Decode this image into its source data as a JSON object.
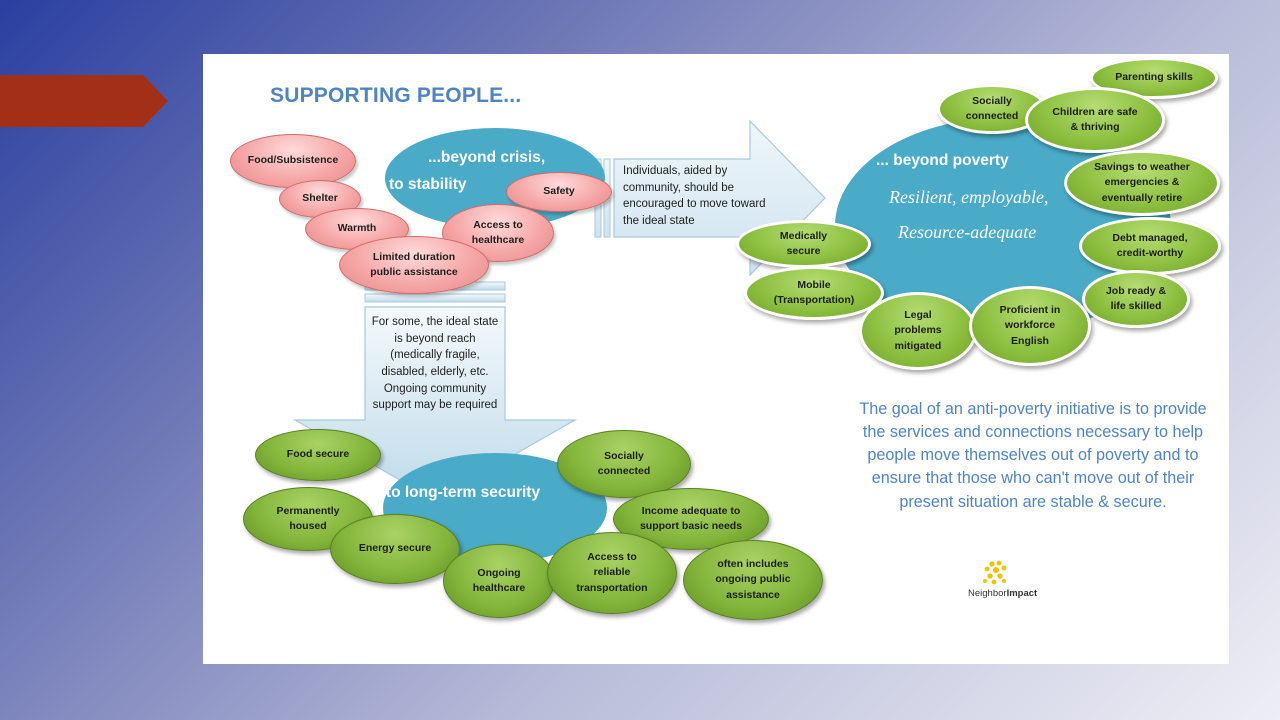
{
  "title": "SUPPORTING PEOPLE...",
  "crisis": {
    "line1": "...beyond crisis,",
    "line2": "to stability"
  },
  "crisis_bubbles": [
    "Food/Subsistence",
    "Shelter",
    "Safety",
    "Warmth",
    "Access to\nhealthcare",
    "Limited duration\npublic assistance"
  ],
  "right_arrow_text": "Individuals, aided by\ncommunity, should be\nencouraged to move toward\nthe ideal state",
  "down_arrow_text": "For some, the ideal state\nis beyond reach\n(medically fragile,\ndisabled, elderly, etc.\nOngoing community\nsupport may be required",
  "poverty": {
    "line1": "... beyond poverty",
    "line2": "Resilient, employable,",
    "line3": "Resource-adequate"
  },
  "poverty_bubbles": [
    "Parenting skills",
    "Socially\nconnected",
    "Children are safe\n& thriving",
    "Savings to weather\nemergencies &\neventually retire",
    "Medically\nsecure",
    "Debt managed,\ncredit-worthy",
    "Mobile\n(Transportation)",
    "Job ready &\nlife skilled",
    "Legal\nproblems\nmitigated",
    "Proficient in\nworkforce\nEnglish"
  ],
  "security": {
    "label": "...to long-term security"
  },
  "security_bubbles": [
    "Food secure",
    "Socially\nconnected",
    "Permanently\nhoused",
    "Income adequate to\nsupport basic needs",
    "Energy secure",
    "Ongoing\nhealthcare",
    "Access to\nreliable\ntransportation",
    "often includes\nongoing public\nassistance"
  ],
  "goal_text": "The goal of an anti-poverty initiative is to provide the services and connections necessary to help people move themselves out of poverty and to ensure that those who can't move out of their present situation are stable & secure.",
  "logo": {
    "text_plain": "Neighbor",
    "text_bold": "Impact"
  },
  "colors": {
    "teal": "#4aabc8",
    "pink": "#f5a3a3",
    "green": "#8cbf3f",
    "title_blue": "#4f84c4",
    "flag": "#a33016"
  }
}
